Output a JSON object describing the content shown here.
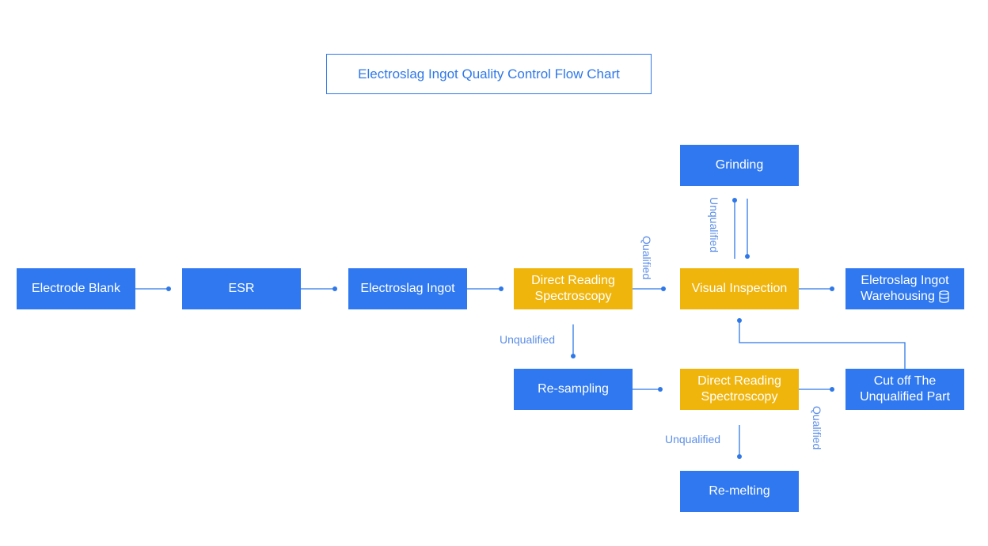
{
  "title": "Electroslag Ingot Quality Control Flow Chart",
  "nodes": {
    "electrode_blank": "Electrode Blank",
    "esr": "ESR",
    "electroslag_ingot": "Electroslag Ingot",
    "direct_reading_1_line1": "Direct Reading",
    "direct_reading_1_line2": "Spectroscopy",
    "visual_inspection": "Visual Inspection",
    "warehousing_line1": "Eletroslag Ingot",
    "warehousing_line2": "Warehousing",
    "grinding": "Grinding",
    "re_sampling": "Re-sampling",
    "direct_reading_2_line1": "Direct Reading",
    "direct_reading_2_line2": "Spectroscopy",
    "cut_off_line1": "Cut off The",
    "cut_off_line2": "Unqualified Part",
    "re_melting": "Re-melting"
  },
  "labels": {
    "qualified_1": "Qualified",
    "unqualified_grinding": "Unqualified",
    "unqualified_resampling": "Unqualified",
    "unqualified_remelting": "Unqualified",
    "qualified_2": "Qualified"
  },
  "colors": {
    "blue": "#2f78f0",
    "gold": "#f0b50c",
    "connector": "#2f78e8",
    "label": "#5b8ee8"
  },
  "icons": {
    "warehousing": "database-icon"
  }
}
